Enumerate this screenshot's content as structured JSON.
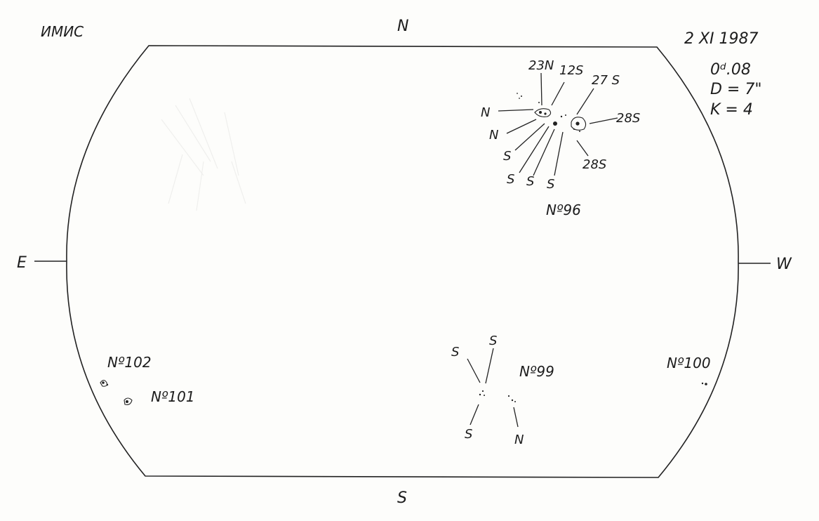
{
  "header": {
    "observatory": "ИМИС",
    "date": "2 XI 1987",
    "time": "0ᵈ.08",
    "diameter": "D = 7\"",
    "k_value": "K = 4"
  },
  "cardinal": {
    "north": "N",
    "south": "S",
    "east": "E",
    "west": "W"
  },
  "groups": {
    "g96": {
      "name": "Nº96",
      "labels": [
        "23N",
        "12S",
        "27 S",
        "28S",
        "28S",
        "N",
        "N",
        "S",
        "S",
        "S",
        "S"
      ]
    },
    "g99": {
      "name": "Nº99",
      "labels": [
        "S",
        "S",
        "S",
        "N"
      ]
    },
    "g100": {
      "name": "Nº100"
    },
    "g101": {
      "name": "Nº101"
    },
    "g102": {
      "name": "Nº102"
    }
  }
}
